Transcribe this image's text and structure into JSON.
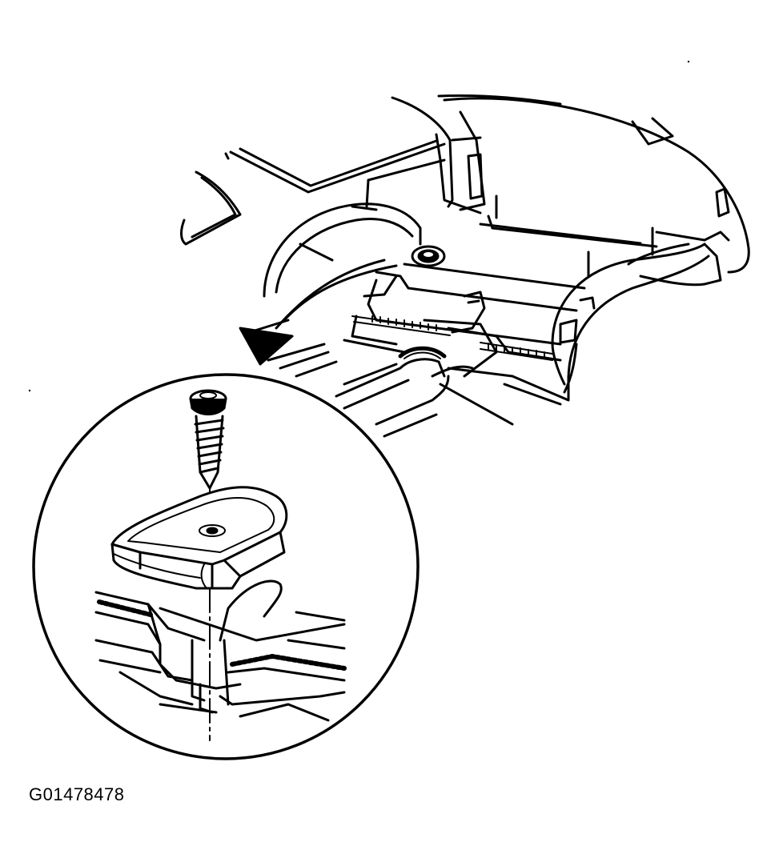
{
  "figure": {
    "id_label": "G01478478"
  },
  "colors": {
    "ink": "#000000",
    "paper": "#ffffff"
  },
  "illustration": {
    "main_view": "vehicle-rear-underbody",
    "detail_view": "fastener-and-retainer-closeup",
    "callout": "curved-arrow-to-detail"
  }
}
